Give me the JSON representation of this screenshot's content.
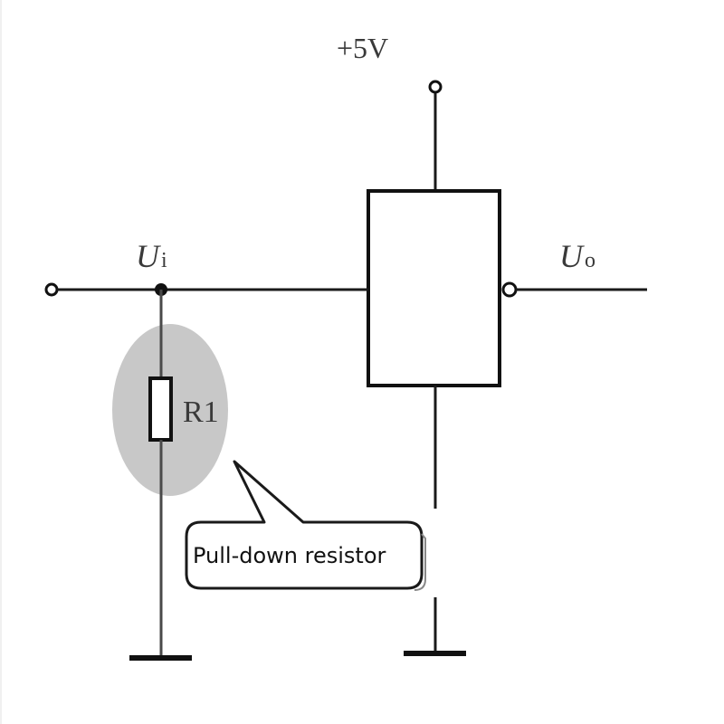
{
  "diagram": {
    "title": "Logic gate input with pull-down resistor",
    "labels": {
      "supply": "+5V",
      "input_main": "U",
      "input_sub": "i",
      "output_main": "U",
      "output_sub": "o",
      "resistor": "R1"
    },
    "callout": {
      "text": "Pull-down resistor"
    },
    "components": [
      {
        "id": "input-terminal",
        "type": "terminal"
      },
      {
        "id": "junction-ui",
        "type": "junction"
      },
      {
        "id": "R1",
        "type": "resistor",
        "highlighted": true
      },
      {
        "id": "gate",
        "type": "inverter-gate",
        "output_bubble": true
      },
      {
        "id": "supply-terminal",
        "type": "terminal",
        "net": "+5V"
      },
      {
        "id": "ground-left",
        "type": "ground"
      },
      {
        "id": "ground-right",
        "type": "ground"
      }
    ],
    "colors": {
      "line": "#111111",
      "highlight": "#c8c8c8",
      "label": "#3a3a3a",
      "background": "#ffffff"
    }
  }
}
